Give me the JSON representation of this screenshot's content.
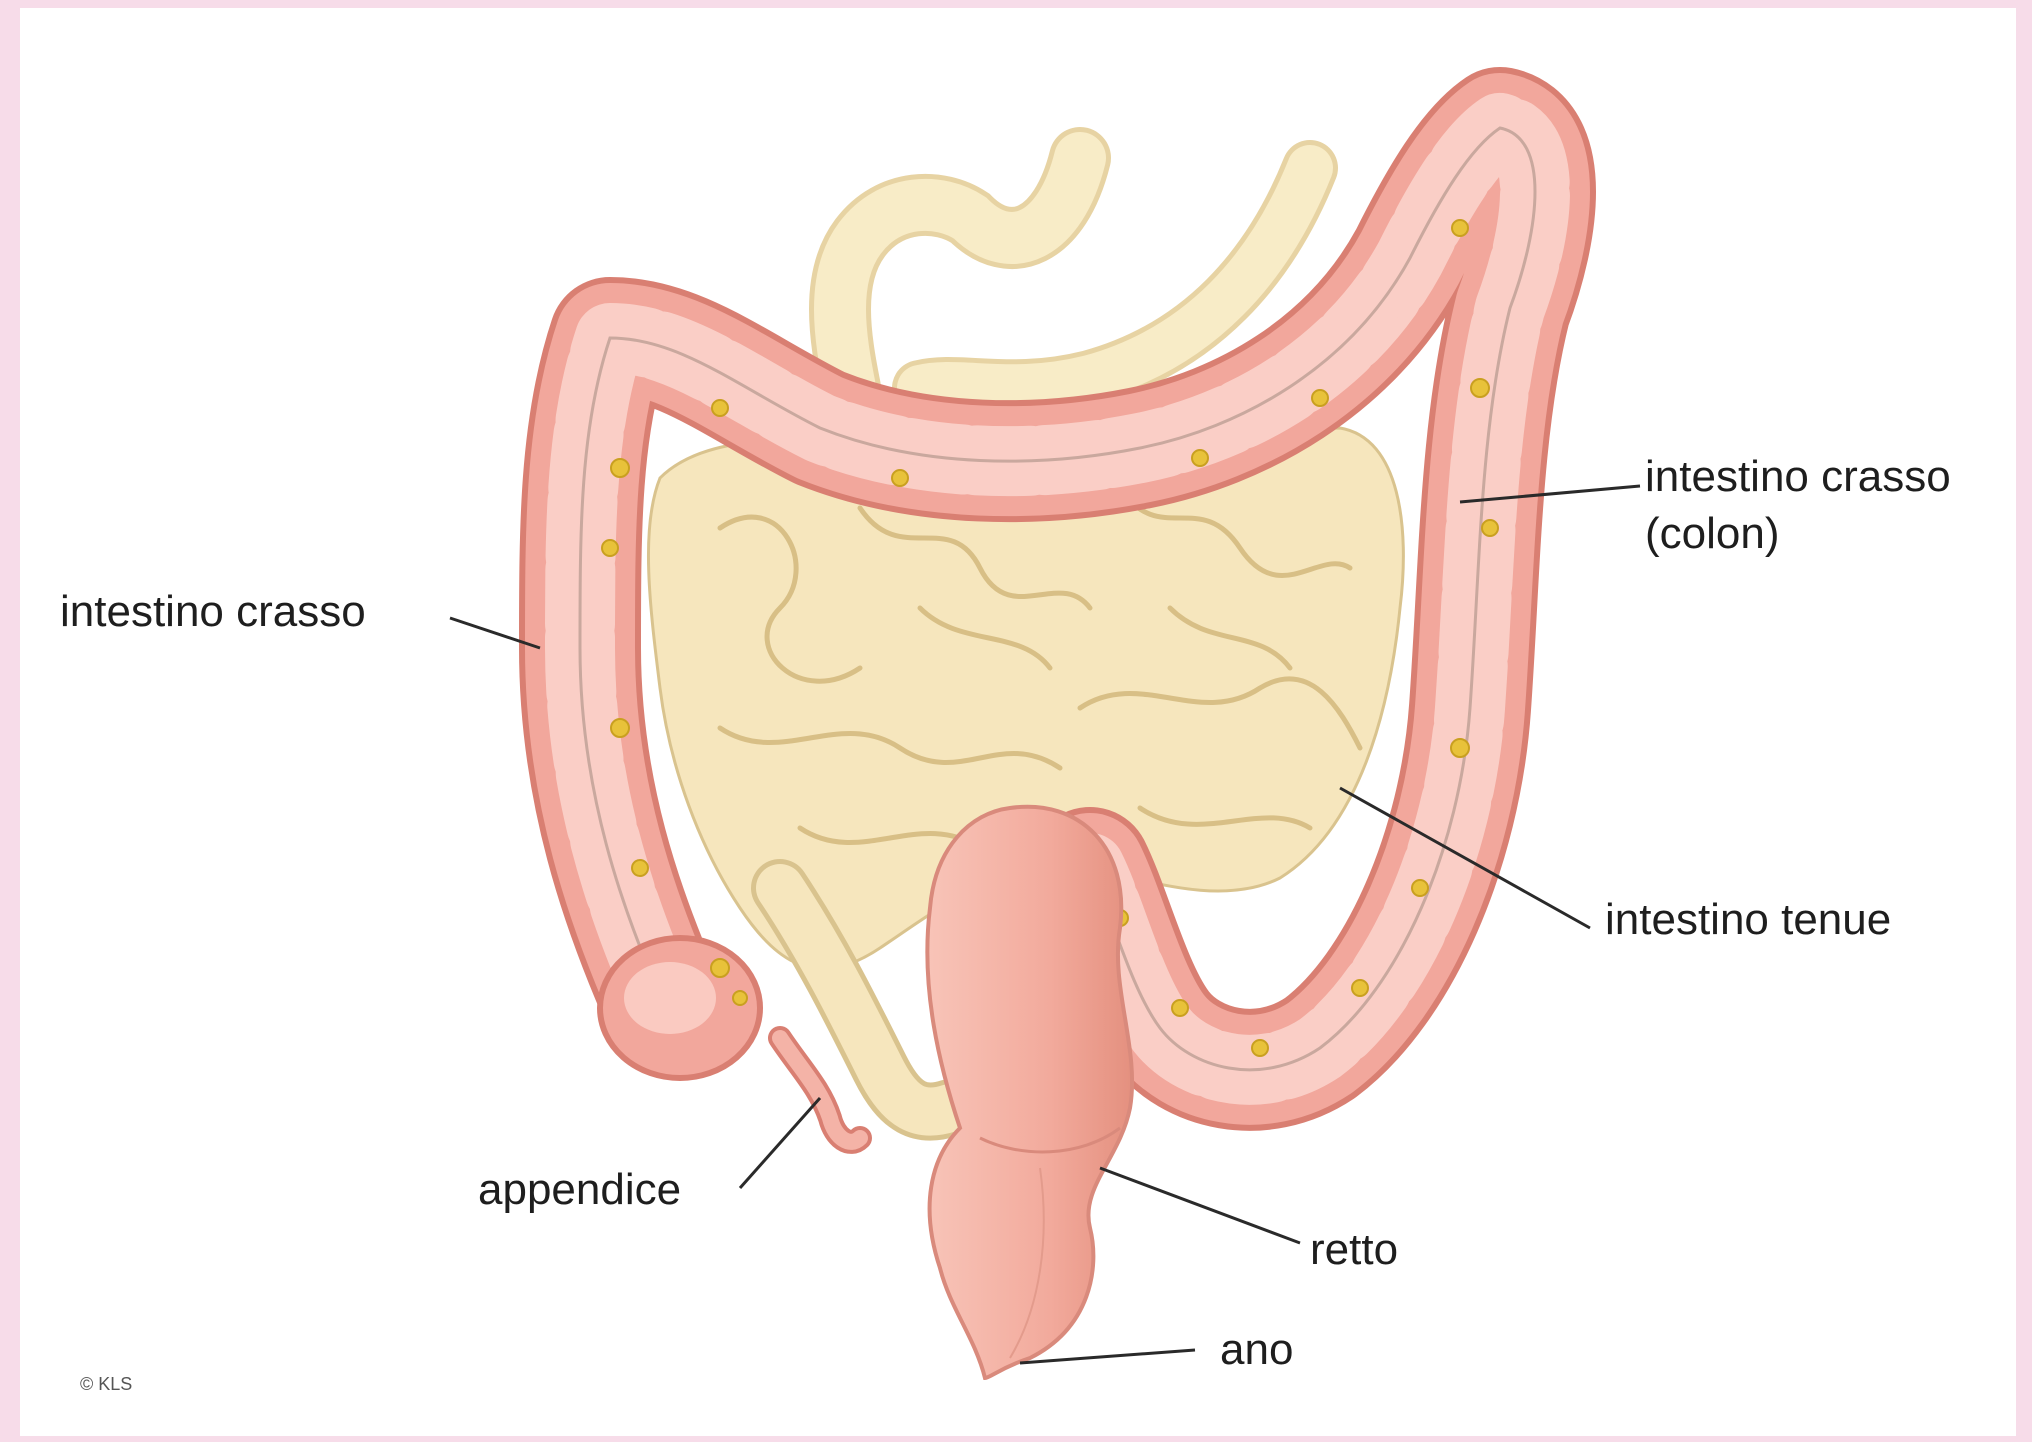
{
  "labels": {
    "large_intestine_left": "intestino crasso",
    "large_intestine_right_line1": "intestino crasso",
    "large_intestine_right_line2": "(colon)",
    "small_intestine": "intestino tenue",
    "appendix": "appendice",
    "rectum": "retto",
    "anus": "ano"
  },
  "copyright": "© KLS",
  "colors": {
    "page_border": "#f7dce9",
    "background": "#ffffff",
    "colon": "#f2a79c",
    "colon_highlight": "#fbd3cb",
    "small_intestine": "#f7e8bf",
    "fat_nodules": "#e8c23a",
    "rectum": "#f0a899",
    "label_text": "#1e1e1e"
  }
}
